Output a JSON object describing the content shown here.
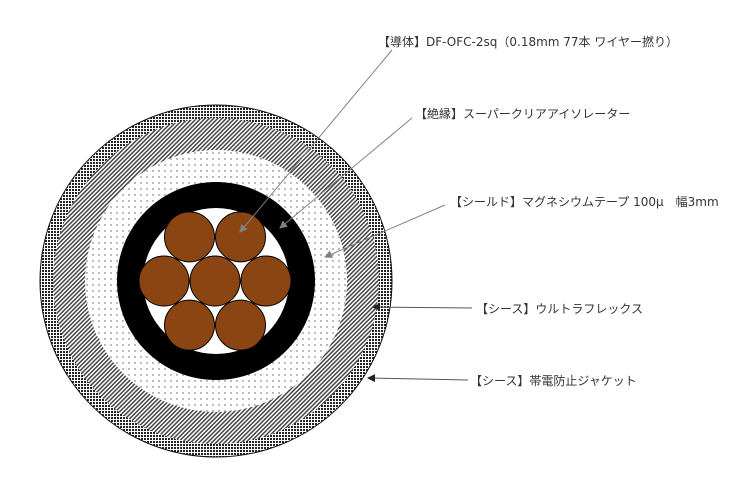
{
  "labels": {
    "conductor": "【導体】DF-OFC-2sq（0.18mm  77本 ワイヤー撚り）",
    "insulation": "【絶縁】スーパークリアアイソレーター",
    "shield": "【シールド】マグネシウムテープ 100μ　幅3mm",
    "sheath": "【シース】ウルトラフレックス",
    "jacket": "【シース】帯電防止ジャケット"
  },
  "colors": {
    "copper": "#8b4513",
    "black": "#000000",
    "arrow": "#808080"
  }
}
